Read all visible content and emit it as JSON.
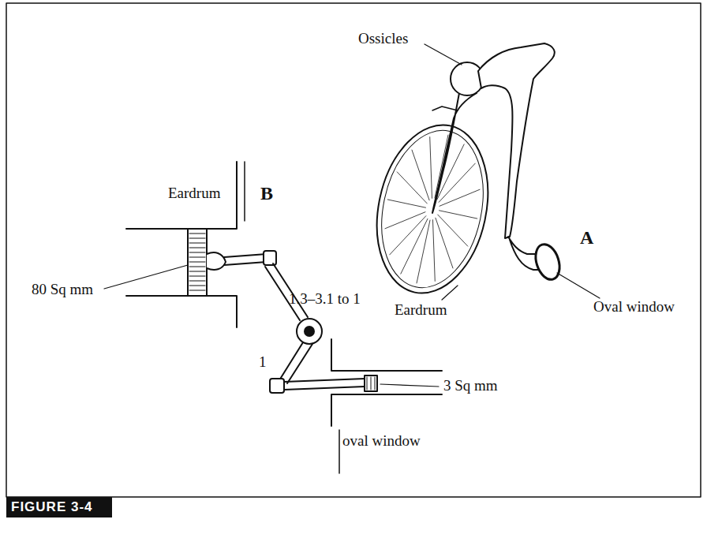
{
  "diagram": {
    "caption": "FIGURE 3-4",
    "labels": [
      "Ossicles",
      "A",
      "Eardrum",
      "Oval window",
      "Eardrum",
      "B",
      "80 Sq mm",
      "1.3–3.1 to 1",
      "1",
      "3 Sq mm",
      "oval window"
    ]
  }
}
